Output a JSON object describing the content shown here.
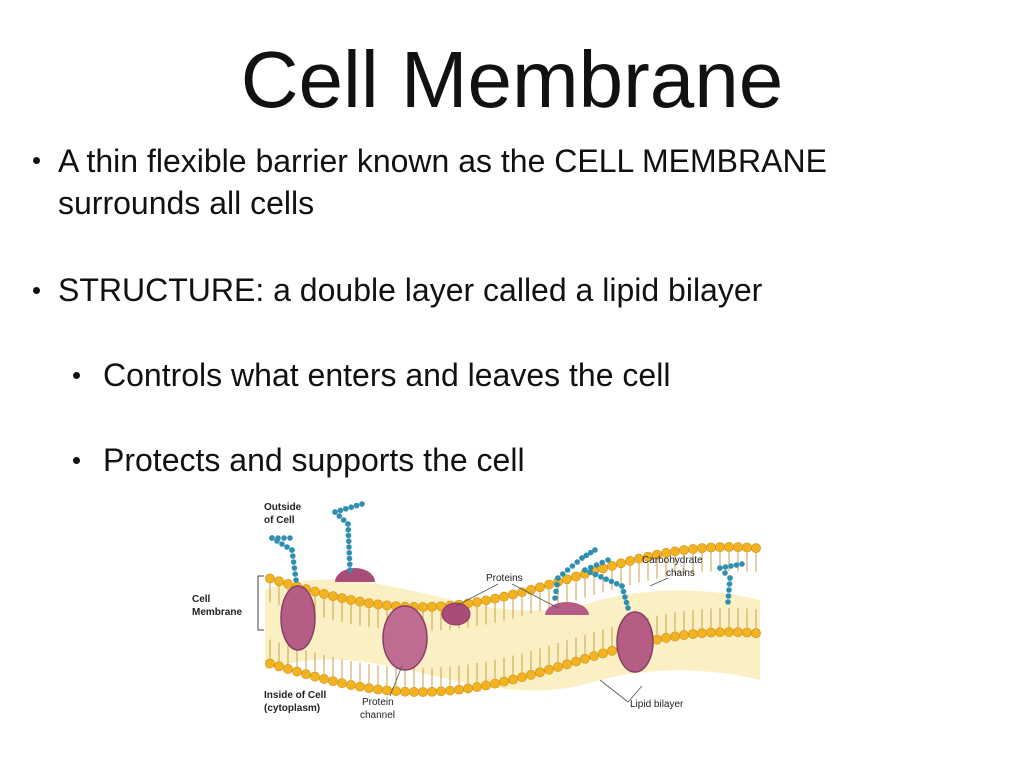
{
  "slide": {
    "title": "Cell Membrane",
    "bullets": [
      {
        "line1": "A thin flexible barrier known as the CELL MEMBRANE",
        "line2": "surrounds all cells"
      },
      {
        "line1": "STRUCTURE: a double layer called a lipid bilayer"
      }
    ],
    "sub_bullets": [
      "Controls what enters and leaves the cell",
      "Protects and supports the cell"
    ]
  },
  "diagram": {
    "labels": {
      "outside_1": "Outside",
      "outside_2": "of Cell",
      "membrane_1": "Cell",
      "membrane_2": "Membrane",
      "inside_1": "Inside of Cell",
      "inside_2": "(cytoplasm)",
      "proteins": "Proteins",
      "carb_1": "Carbohydrate",
      "carb_2": "chains",
      "channel_1": "Protein",
      "channel_2": "channel",
      "lipid": "Lipid bilayer"
    },
    "colors": {
      "lipid_head": "#f2b323",
      "tail": "#c9a24a",
      "protein": "#b65d86",
      "carbohydrate": "#2e8fb0",
      "interior": "#fbf0c4"
    }
  }
}
